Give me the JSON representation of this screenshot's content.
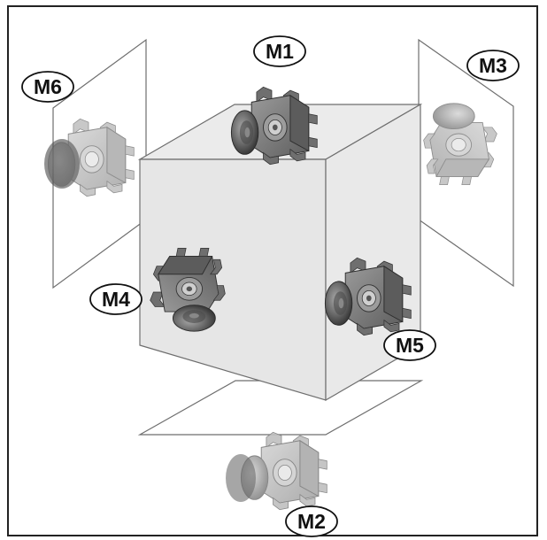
{
  "diagram": {
    "mounting_positions": [
      {
        "code": "M1",
        "plane": "top"
      },
      {
        "code": "M2",
        "plane": "bottom"
      },
      {
        "code": "M3",
        "plane": "right-back"
      },
      {
        "code": "M4",
        "plane": "left-front"
      },
      {
        "code": "M5",
        "plane": "right-front"
      },
      {
        "code": "M6",
        "plane": "left-back"
      }
    ]
  },
  "colors": {
    "frame": "#222222",
    "cube_left": "#e6e6e6",
    "cube_right": "#e9e9e9",
    "cube_top": "#ebebeb",
    "gearbox_dark": "#6a6a6a",
    "gearbox_mid": "#8d8d8d",
    "gearbox_light": "#b8b8b8",
    "plane_edge": "#6e6e6e"
  }
}
